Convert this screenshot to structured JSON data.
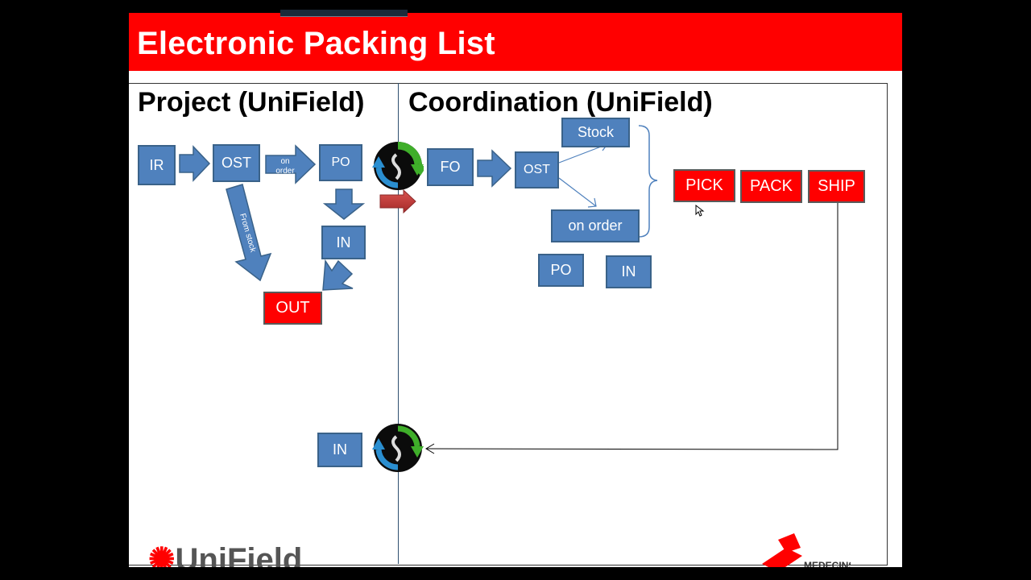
{
  "slide": {
    "title": "Electronic Packing List"
  },
  "sections": {
    "project_title": "Project (UniField)",
    "coordination_title": "Coordination (UniField)"
  },
  "project": {
    "ir": "IR",
    "ost": "OST",
    "on_order_arrow": [
      "on",
      "order"
    ],
    "po": "PO",
    "in": "IN",
    "out": "OUT",
    "from_stock_arrow": "From stock",
    "in_bottom": "IN"
  },
  "coordination": {
    "fo": "FO",
    "ost": "OST",
    "stock": "Stock",
    "on_order": "on order",
    "po": "PO",
    "in": "IN",
    "pick": "PICK",
    "pack": "PACK",
    "ship": "SHIP"
  },
  "footer": {
    "logo_text": "UniField",
    "msf_text": "MEDECINS"
  },
  "colors": {
    "title_bar": "#ff0000",
    "process_box": "#4f81bd",
    "highlight_box": "#ff0000",
    "sync_green": "#3fae2a",
    "sync_blue": "#2a8ed0"
  },
  "icons": [
    "sync-icon",
    "cursor-icon",
    "unifield-logo",
    "msf-logo"
  ]
}
